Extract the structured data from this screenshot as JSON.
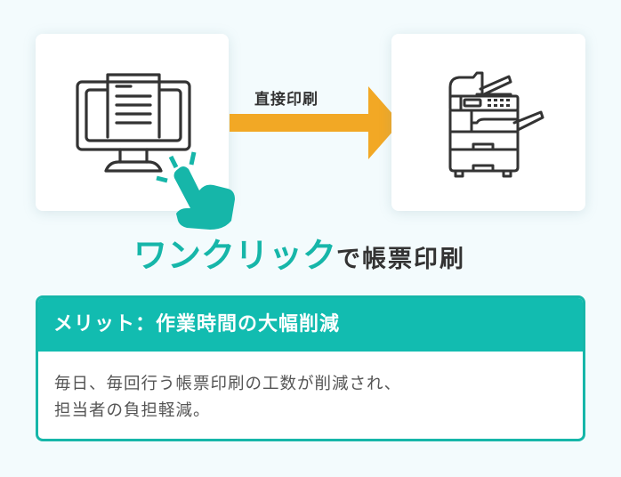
{
  "diagram": {
    "source": {
      "label": "PC with document",
      "icon": "computer-document-icon"
    },
    "target": {
      "label": "Multifunction printer",
      "icon": "printer-icon"
    },
    "click_indicator": {
      "icon": "pointing-hand-click-icon"
    },
    "arrow": {
      "label": "直接印刷",
      "color": "#f2a825"
    }
  },
  "headline": {
    "accent": "ワンクリック",
    "rest": "で帳票印刷",
    "accent_color": "#16b6a9"
  },
  "merit": {
    "title": "メリット：作業時間の大幅削減",
    "lines": [
      "毎日、毎回行う帳票印刷の工数が削減され、",
      "担当者の負担軽減。"
    ],
    "color": "#12bcb0"
  },
  "colors": {
    "background": "#f3fbfd",
    "card": "#ffffff",
    "icon_stroke": "#333333",
    "teal": "#12bcb0",
    "orange": "#f2a825"
  }
}
